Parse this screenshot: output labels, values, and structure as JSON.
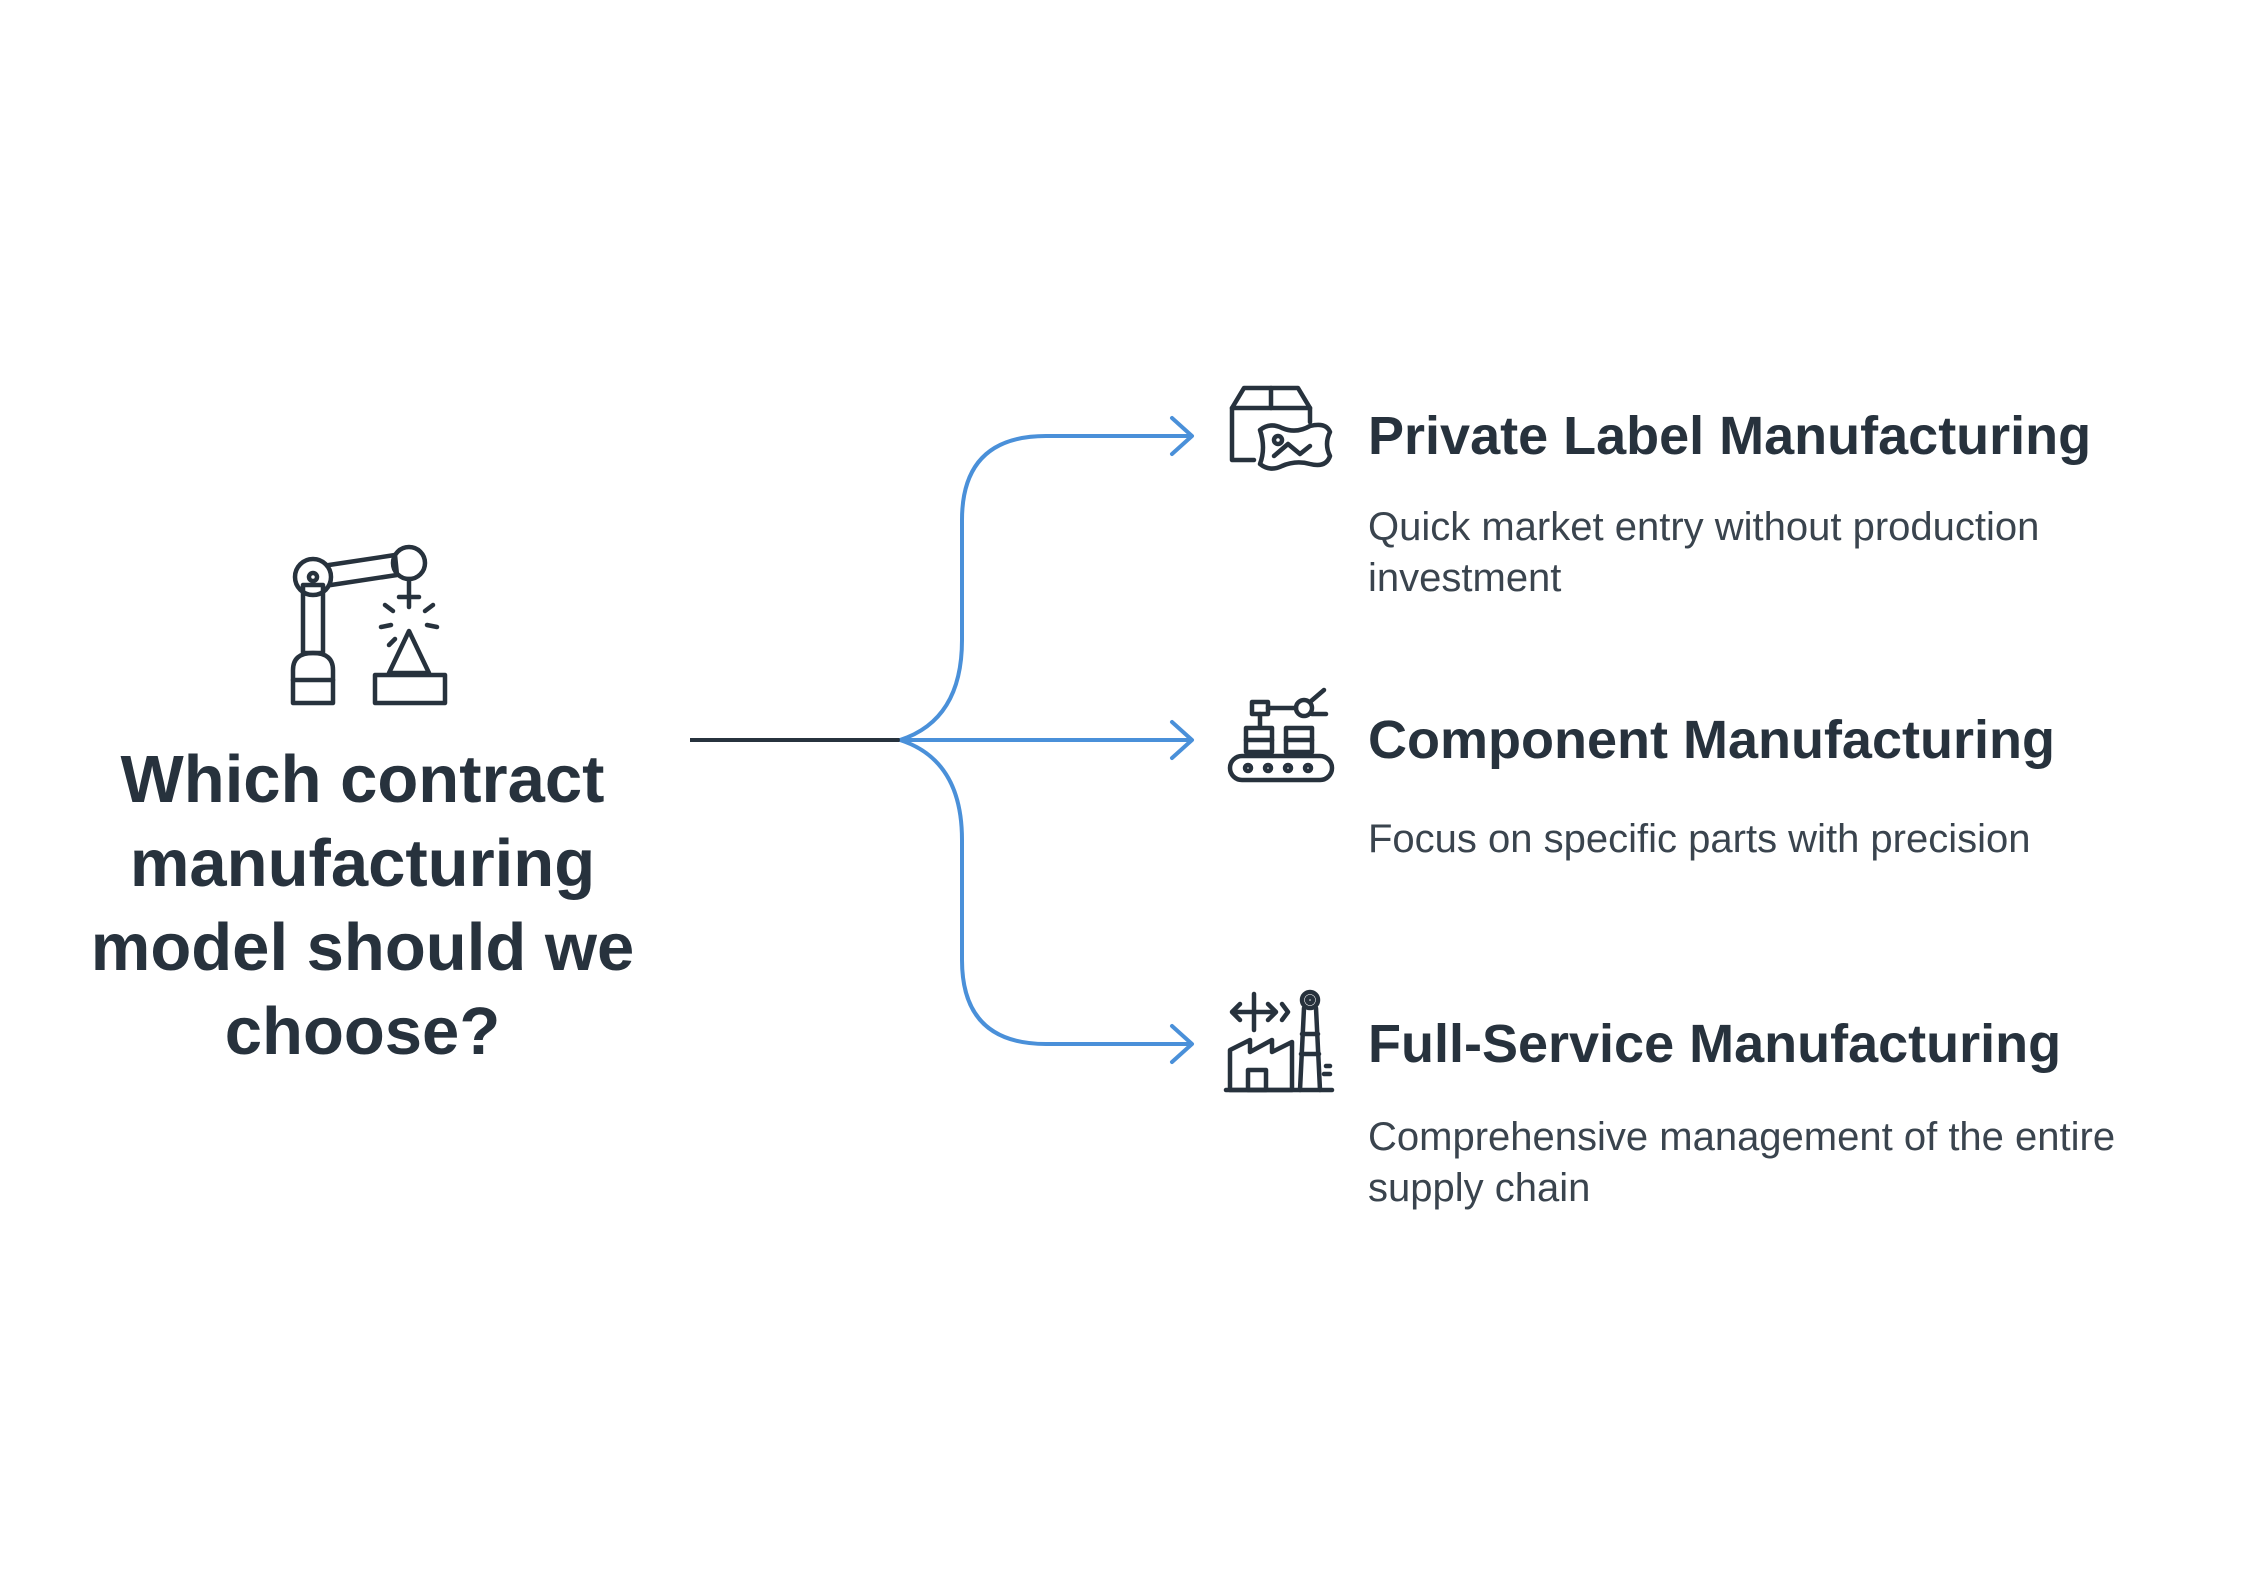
{
  "question": {
    "text": "Which contract manufacturing model should we choose?",
    "icon": "robot-arm-icon"
  },
  "colors": {
    "text": "#27323d",
    "connector": "#4a90d9",
    "stem": "#27323d"
  },
  "options": [
    {
      "title": "Private Label Manufacturing",
      "description": "Quick market entry without production investment",
      "icon": "package-label-icon"
    },
    {
      "title": "Component Manufacturing",
      "description": "Focus on specific parts with precision",
      "icon": "conveyor-robot-icon"
    },
    {
      "title": "Full-Service Manufacturing",
      "description": "Comprehensive management of the entire supply chain",
      "icon": "factory-icon"
    }
  ]
}
